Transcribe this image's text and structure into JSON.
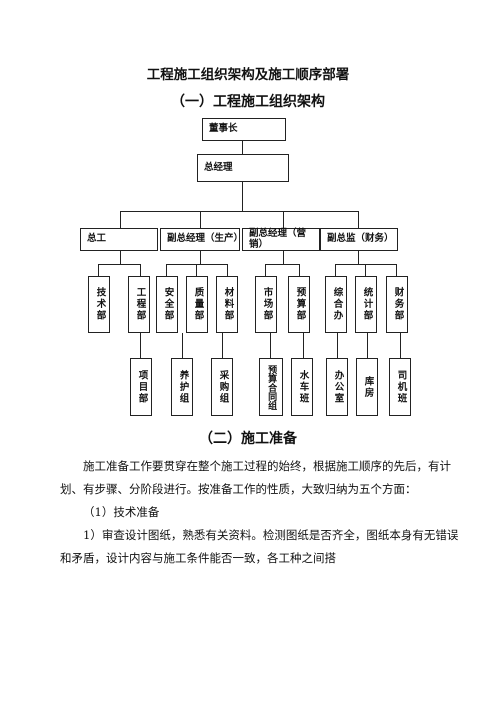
{
  "heading": {
    "main": "工程施工组织架构及施工顺序部署",
    "section1": "（一）工程施工组织架构",
    "section2": "（二）施工准备"
  },
  "org": {
    "top": "董事长",
    "gm": "总经理",
    "level2": [
      "总工",
      "副总经理（生产）",
      "副总经理（营销）",
      "副总监（财务）"
    ],
    "level3": [
      "技术部",
      "工程部",
      "安全部",
      "质量部",
      "材料部",
      "市场部",
      "预算部",
      "综合办",
      "统计部",
      "财务部"
    ],
    "level4": [
      "项目部",
      "养护组",
      "采购组",
      "预算合同组",
      "水车班",
      "办公室",
      "库房",
      "司机班"
    ]
  },
  "body": {
    "p1": "施工准备工作要贯穿在整个施工过程的始终，根据施工顺序的先后，有计划、有步骤、分阶段进行。按准备工作的性质，大致归纳为五个方面：",
    "p2": "（1）技术准备",
    "p3": "1）审查设计图纸，熟悉有关资料。检测图纸是否齐全，图纸本身有无错误和矛盾，设计内容与施工条件能否一致，各工种之间搭"
  }
}
